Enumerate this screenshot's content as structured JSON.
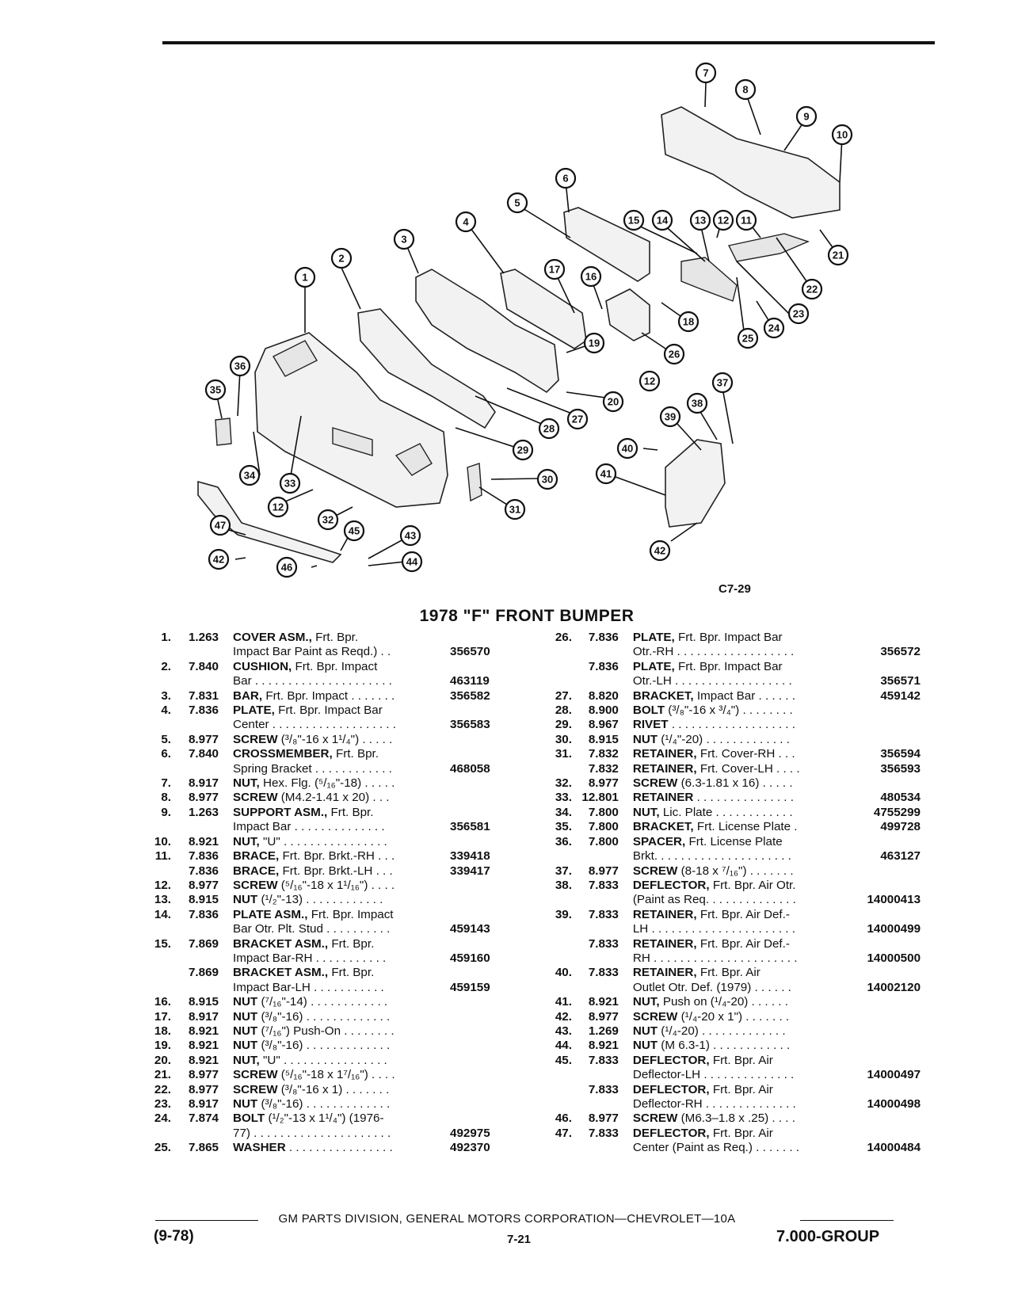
{
  "figure_id": "C7-29",
  "title": "1978 \"F\" FRONT BUMPER",
  "callouts": [
    "1",
    "2",
    "3",
    "4",
    "5",
    "6",
    "7",
    "8",
    "9",
    "10",
    "11",
    "12",
    "13",
    "14",
    "15",
    "16",
    "17",
    "18",
    "19",
    "20",
    "21",
    "22",
    "23",
    "24",
    "25",
    "26",
    "27",
    "28",
    "29",
    "30",
    "31",
    "32",
    "33",
    "34",
    "35",
    "36",
    "37",
    "38",
    "39",
    "40",
    "41",
    "42",
    "43",
    "44",
    "45",
    "46",
    "47"
  ],
  "parts_left": [
    {
      "num": "1.",
      "group": "1.263",
      "name": "COVER ASM.,",
      "desc": " Frt. Bpr.",
      "part": ""
    },
    {
      "num": "",
      "group": "",
      "name": "",
      "desc": "Impact Bar Paint as Reqd.) . .",
      "part": "356570"
    },
    {
      "num": "2.",
      "group": "7.840",
      "name": "CUSHION,",
      "desc": " Frt. Bpr. Impact",
      "part": ""
    },
    {
      "num": "",
      "group": "",
      "name": "",
      "desc": "Bar . . . . . . . . . . . . . . . . . . . . .",
      "part": "463119"
    },
    {
      "num": "3.",
      "group": "7.831",
      "name": "BAR,",
      "desc": " Frt. Bpr. Impact . . . . . . .",
      "part": "356582"
    },
    {
      "num": "4.",
      "group": "7.836",
      "name": "PLATE,",
      "desc": " Frt. Bpr. Impact Bar",
      "part": ""
    },
    {
      "num": "",
      "group": "",
      "name": "",
      "desc": "Center . . . . . . . . . . . . . . . . . . .",
      "part": "356583"
    },
    {
      "num": "5.",
      "group": "8.977",
      "name": "SCREW",
      "desc": " (³/₈\"-16 x 1¹/₄\") . . . . .",
      "part": ""
    },
    {
      "num": "6.",
      "group": "7.840",
      "name": "CROSSMEMBER,",
      "desc": " Frt. Bpr.",
      "part": ""
    },
    {
      "num": "",
      "group": "",
      "name": "",
      "desc": "Spring Bracket . . . . . . . . . . . .",
      "part": "468058"
    },
    {
      "num": "7.",
      "group": "8.917",
      "name": "NUT,",
      "desc": " Hex. Flg. (⁵/₁₆\"-18) . . . . .",
      "part": ""
    },
    {
      "num": "8.",
      "group": "8.977",
      "name": "SCREW",
      "desc": " (M4.2-1.41 x 20) . . .",
      "part": ""
    },
    {
      "num": "9.",
      "group": "1.263",
      "name": "SUPPORT ASM.,",
      "desc": " Frt. Bpr.",
      "part": ""
    },
    {
      "num": "",
      "group": "",
      "name": "",
      "desc": "Impact Bar . . . . . . . . . . . . . .",
      "part": "356581"
    },
    {
      "num": "10.",
      "group": "8.921",
      "name": "NUT,",
      "desc": " \"U\" . . . . . . . . . . . . . . . .",
      "part": ""
    },
    {
      "num": "11.",
      "group": "7.836",
      "name": "BRACE,",
      "desc": " Frt. Bpr. Brkt.-RH . . .",
      "part": "339418"
    },
    {
      "num": "",
      "group": "7.836",
      "name": "BRACE,",
      "desc": " Frt. Bpr. Brkt.-LH . . .",
      "part": "339417"
    },
    {
      "num": "12.",
      "group": "8.977",
      "name": "SCREW",
      "desc": " (⁵/₁₆\"-18 x 1¹/₁₆\") . . . .",
      "part": ""
    },
    {
      "num": "13.",
      "group": "8.915",
      "name": "NUT",
      "desc": " (¹/₂\"-13) . . . . . . . . . . . .",
      "part": ""
    },
    {
      "num": "14.",
      "group": "7.836",
      "name": "PLATE ASM.,",
      "desc": " Frt. Bpr. Impact",
      "part": ""
    },
    {
      "num": "",
      "group": "",
      "name": "",
      "desc": "Bar Otr. Plt. Stud . . . . . . . . . .",
      "part": "459143"
    },
    {
      "num": "15.",
      "group": "7.869",
      "name": "BRACKET ASM.,",
      "desc": " Frt. Bpr.",
      "part": ""
    },
    {
      "num": "",
      "group": "",
      "name": "",
      "desc": "Impact Bar-RH . . . . . . . . . . .",
      "part": "459160"
    },
    {
      "num": "",
      "group": "7.869",
      "name": "BRACKET ASM.,",
      "desc": " Frt. Bpr.",
      "part": ""
    },
    {
      "num": "",
      "group": "",
      "name": "",
      "desc": "Impact Bar-LH . . . . . . . . . . .",
      "part": "459159"
    },
    {
      "num": "16.",
      "group": "8.915",
      "name": "NUT",
      "desc": " (⁷/₁₆\"-14) . . . . . . . . . . . .",
      "part": ""
    },
    {
      "num": "17.",
      "group": "8.917",
      "name": "NUT",
      "desc": " (³/₈\"-16) . . . . . . . . . . . . .",
      "part": ""
    },
    {
      "num": "18.",
      "group": "8.921",
      "name": "NUT",
      "desc": " (⁷/₁₆\") Push-On . . . . . . . .",
      "part": ""
    },
    {
      "num": "19.",
      "group": "8.921",
      "name": "NUT",
      "desc": " (³/₈\"-16) . . . . . . . . . . . . .",
      "part": ""
    },
    {
      "num": "20.",
      "group": "8.921",
      "name": "NUT,",
      "desc": " \"U\" . . . . . . . . . . . . . . . .",
      "part": ""
    },
    {
      "num": "21.",
      "group": "8.977",
      "name": "SCREW",
      "desc": " (⁵/₁₆\"-18 x 1⁷/₁₆\") . . . .",
      "part": ""
    },
    {
      "num": "22.",
      "group": "8.977",
      "name": "SCREW",
      "desc": " (³/₈\"-16 x 1) . . . . . . .",
      "part": ""
    },
    {
      "num": "23.",
      "group": "8.917",
      "name": "NUT",
      "desc": " (³/₈\"-16) . . . . . . . . . . . . .",
      "part": ""
    },
    {
      "num": "24.",
      "group": "7.874",
      "name": "BOLT",
      "desc": " (¹/₂\"-13 x 1¹/₄\") (1976-",
      "part": ""
    },
    {
      "num": "",
      "group": "",
      "name": "",
      "desc": "77) . . . . . . . . . . . . . . . . . . . . .",
      "part": "492975"
    },
    {
      "num": "25.",
      "group": "7.865",
      "name": "WASHER",
      "desc": " . . . . . . . . . . . . . . . .",
      "part": "492370"
    }
  ],
  "parts_right": [
    {
      "num": "26.",
      "group": "7.836",
      "name": "PLATE,",
      "desc": " Frt. Bpr. Impact Bar",
      "part": ""
    },
    {
      "num": "",
      "group": "",
      "name": "",
      "desc": "Otr.-RH . . . . . . . . . . . . . . . . . .",
      "part": "356572"
    },
    {
      "num": "",
      "group": "7.836",
      "name": "PLATE,",
      "desc": " Frt. Bpr. Impact Bar",
      "part": ""
    },
    {
      "num": "",
      "group": "",
      "name": "",
      "desc": "Otr.-LH . . . . . . . . . . . . . . . . . .",
      "part": "356571"
    },
    {
      "num": "27.",
      "group": "8.820",
      "name": "BRACKET,",
      "desc": " Impact Bar . . . . . .",
      "part": "459142"
    },
    {
      "num": "28.",
      "group": "8.900",
      "name": "BOLT",
      "desc": " (³/₈\"-16 x ³/₄\") . . . . . . . .",
      "part": ""
    },
    {
      "num": "29.",
      "group": "8.967",
      "name": "RIVET",
      "desc": " . . . . . . . . . . . . . . . . . . .",
      "part": ""
    },
    {
      "num": "30.",
      "group": "8.915",
      "name": "NUT",
      "desc": " (¹/₄\"-20) . . . . . . . . . . . . .",
      "part": ""
    },
    {
      "num": "31.",
      "group": "7.832",
      "name": "RETAINER,",
      "desc": " Frt. Cover-RH . . .",
      "part": "356594"
    },
    {
      "num": "",
      "group": "7.832",
      "name": "RETAINER,",
      "desc": " Frt. Cover-LH . . . .",
      "part": "356593"
    },
    {
      "num": "32.",
      "group": "8.977",
      "name": "SCREW",
      "desc": " (6.3-1.81 x 16) . . . . .",
      "part": ""
    },
    {
      "num": "33.",
      "group": "12.801",
      "name": "RETAINER",
      "desc": " . . . . . . . . . . . . . . .",
      "part": "480534"
    },
    {
      "num": "34.",
      "group": "7.800",
      "name": "NUT,",
      "desc": " Lic. Plate . . . . . . . . . . . .",
      "part": "4755299"
    },
    {
      "num": "35.",
      "group": "7.800",
      "name": "BRACKET,",
      "desc": " Frt. License Plate .",
      "part": "499728"
    },
    {
      "num": "36.",
      "group": "7.800",
      "name": "SPACER,",
      "desc": " Frt. License Plate",
      "part": ""
    },
    {
      "num": "",
      "group": "",
      "name": "",
      "desc": "Brkt. . . . . . . . . . . . . . . . . . . . .",
      "part": "463127"
    },
    {
      "num": "37.",
      "group": "8.977",
      "name": "SCREW",
      "desc": " (8-18 x ⁷/₁₆\") . . . . . . .",
      "part": ""
    },
    {
      "num": "38.",
      "group": "7.833",
      "name": "DEFLECTOR,",
      "desc": " Frt. Bpr. Air Otr.",
      "part": ""
    },
    {
      "num": "",
      "group": "",
      "name": "",
      "desc": "(Paint as Req. . . . . . . . . . . . . .",
      "part": "14000413"
    },
    {
      "num": "39.",
      "group": "7.833",
      "name": "RETAINER,",
      "desc": " Frt. Bpr. Air Def.-",
      "part": ""
    },
    {
      "num": "",
      "group": "",
      "name": "",
      "desc": "LH . . . . . . . . . . . . . . . . . . . . . .",
      "part": "14000499"
    },
    {
      "num": "",
      "group": "7.833",
      "name": "RETAINER,",
      "desc": " Frt. Bpr. Air Def.-",
      "part": ""
    },
    {
      "num": "",
      "group": "",
      "name": "",
      "desc": "RH . . . . . . . . . . . . . . . . . . . . . .",
      "part": "14000500"
    },
    {
      "num": "40.",
      "group": "7.833",
      "name": "RETAINER,",
      "desc": " Frt. Bpr. Air",
      "part": ""
    },
    {
      "num": "",
      "group": "",
      "name": "",
      "desc": "Outlet Otr. Def. (1979) . . . . . .",
      "part": "14002120"
    },
    {
      "num": "41.",
      "group": "8.921",
      "name": "NUT,",
      "desc": " Push on (¹/₄-20) . . . . . .",
      "part": ""
    },
    {
      "num": "42.",
      "group": "8.977",
      "name": "SCREW",
      "desc": " (¹/₄-20 x 1\") . . . . . . .",
      "part": ""
    },
    {
      "num": "43.",
      "group": "1.269",
      "name": "NUT",
      "desc": " (¹/₄-20) . . . . . . . . . . . . .",
      "part": ""
    },
    {
      "num": "44.",
      "group": "8.921",
      "name": "NUT",
      "desc": " (M 6.3-1) . . . . . . . . . . . .",
      "part": ""
    },
    {
      "num": "45.",
      "group": "7.833",
      "name": "DEFLECTOR,",
      "desc": " Frt. Bpr. Air",
      "part": ""
    },
    {
      "num": "",
      "group": "",
      "name": "",
      "desc": "Deflector-LH . . . . . . . . . . . . . .",
      "part": "14000497"
    },
    {
      "num": "",
      "group": "7.833",
      "name": "DEFLECTOR,",
      "desc": " Frt. Bpr. Air",
      "part": ""
    },
    {
      "num": "",
      "group": "",
      "name": "",
      "desc": "Deflector-RH . . . . . . . . . . . . . .",
      "part": "14000498"
    },
    {
      "num": "46.",
      "group": "8.977",
      "name": "SCREW",
      "desc": " (M6.3–1.8 x .25) . . . .",
      "part": ""
    },
    {
      "num": "47.",
      "group": "7.833",
      "name": "DEFLECTOR,",
      "desc": " Frt. Bpr. Air",
      "part": ""
    },
    {
      "num": "",
      "group": "",
      "name": "",
      "desc": "Center (Paint as Req.) . . . . . . .",
      "part": "14000484"
    }
  ],
  "footer": {
    "division": "GM PARTS DIVISION, GENERAL MOTORS CORPORATION—CHEVROLET—10A",
    "date": "(9-78)",
    "page": "7-21",
    "group": "7.000-GROUP"
  }
}
